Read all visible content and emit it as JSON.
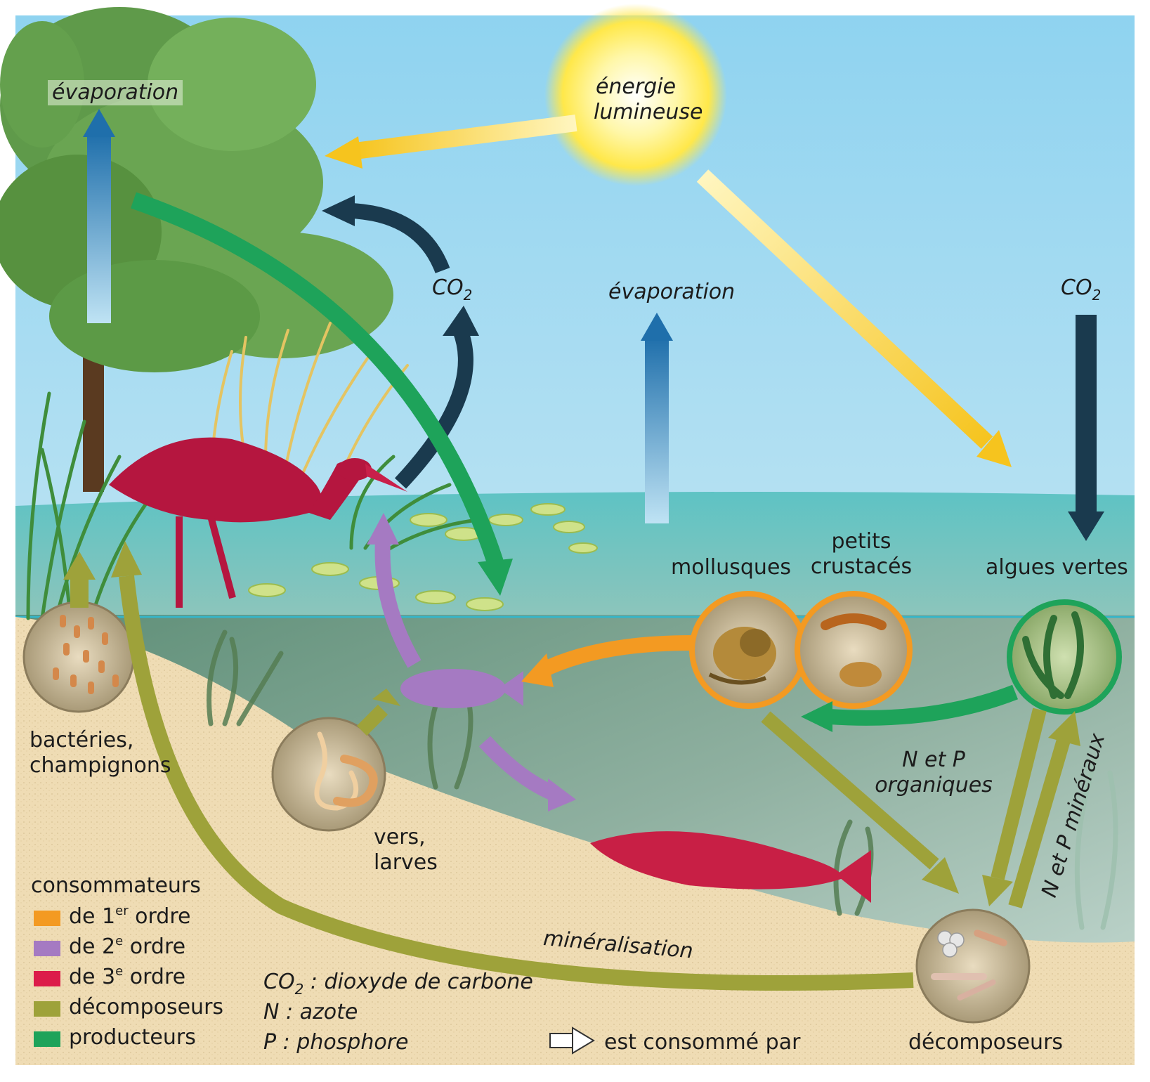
{
  "colors": {
    "sky_top": "#8fd3f0",
    "sky_bottom": "#d9eef7",
    "water_surface": "#52bcc0",
    "water_deep": "#7a9c86",
    "sand": "#eedcb4",
    "sun": "#fff27a",
    "energy_arrow": "#f7c82a",
    "co2_arrow": "#1a3a4e",
    "evaporation_arrow": "#2f7fb8",
    "consumer_1": "#f39a22",
    "consumer_2": "#a57ac2",
    "consumer_3": "#dc1c4a",
    "decomposer": "#9ea23a",
    "producer": "#1ea35a",
    "heron": "#b5163f",
    "pike": "#c81f45"
  },
  "labels": {
    "energie_line1": "énergie",
    "energie_line2": "lumineuse",
    "evaporation_tree": "évaporation",
    "evaporation_lake": "évaporation",
    "co2_left_main": "CO",
    "co2_left_sub": "2",
    "co2_right_main": "CO",
    "co2_right_sub": "2",
    "mollusques": "mollusques",
    "petits_line1": "petits",
    "petits_line2": "crustacés",
    "algues": "algues vertes",
    "bacteries_line1": "bactéries,",
    "bacteries_line2": "champignons",
    "vers_line1": "vers,",
    "vers_line2": "larves",
    "n_p_org_line1": "N et P",
    "n_p_org_line2": "organiques",
    "n_p_min": "N et P minéraux",
    "mineralisation": "minéralisation",
    "decomposeurs_bottom": "décomposeurs"
  },
  "legend": {
    "title": "consommateurs",
    "items": [
      {
        "text": "de 1",
        "sup": "er",
        "after": " ordre",
        "color": "#f39a22"
      },
      {
        "text": "de 2",
        "sup": "e",
        "after": " ordre",
        "color": "#a57ac2"
      },
      {
        "text": "de 3",
        "sup": "e",
        "after": " ordre",
        "color": "#dc1c4a"
      },
      {
        "text": "décomposeurs",
        "sup": "",
        "after": "",
        "color": "#9ea23a"
      },
      {
        "text": "producteurs",
        "sup": "",
        "after": "",
        "color": "#1ea35a"
      }
    ],
    "abbrev": {
      "co2_main": "CO",
      "co2_sub": "2",
      "co2_def": " : dioxyde de carbone",
      "n": "N : azote",
      "p": "P : phosphore"
    },
    "arrow_meaning": "est consommé par"
  }
}
